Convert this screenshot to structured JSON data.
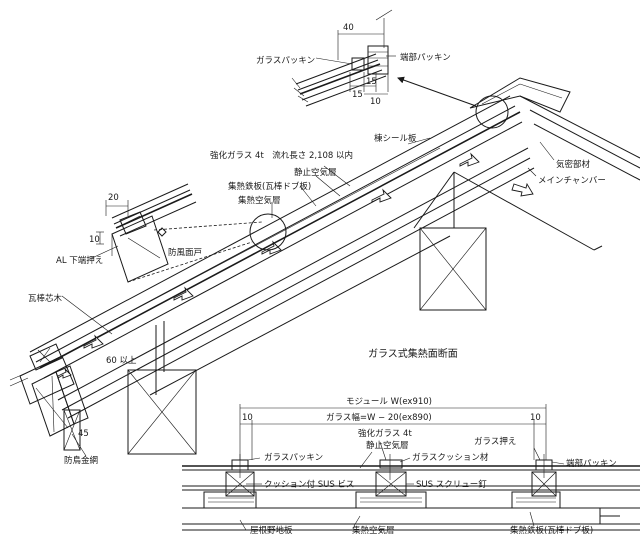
{
  "labels": {
    "glass_packing_top": "ガラスパッキン",
    "end_packing_top": "端部パッキン",
    "dim_40": "40",
    "dim_15a": "15",
    "dim_15b": "15",
    "dim_10_top": "10",
    "tempered_glass_length": "強化ガラス 4t　流れ長さ 2,108 以内",
    "ridge_seal": "棟シール板",
    "still_air_upper": "静止空気層",
    "collector_plate_rafter": "集熱鉄板(瓦棒ドブ板)",
    "collector_air": "集熱空気層",
    "airtight": "気密部材",
    "main_chamber": "メインチャンバー",
    "dim_20": "20",
    "dim_10_left": "10",
    "al_hold": "AL 下端押え",
    "windbreak_door": "防風面戸",
    "rafter_core": "瓦棒芯木",
    "dim_60": "60 以上",
    "dim_45": "45",
    "bird_net": "防鳥金網",
    "section_title": "ガラス式集熱面断面",
    "module_width": "モジュール W(ex910)",
    "glass_width": "ガラス幅=W − 20(ex890)",
    "dim_10_l": "10",
    "dim_10_r": "10",
    "tempered_glass_4t": "強化ガラス 4t",
    "still_air_lower": "静止空気層",
    "glass_packing_bottom": "ガラスパッキン",
    "glass_cushion": "ガラスクッション材",
    "glass_hold": "ガラス押え",
    "end_packing_bottom": "端部パッキン",
    "cushion_sus_screw": "クッション付 SUS ビス",
    "sus_screw_nail": "SUS スクリュー釘",
    "roof_board": "屋根野地板",
    "collector_air_bottom": "集熱空気層",
    "collector_plate_bottom": "集熱鉄板(瓦棒ドブ板)"
  }
}
